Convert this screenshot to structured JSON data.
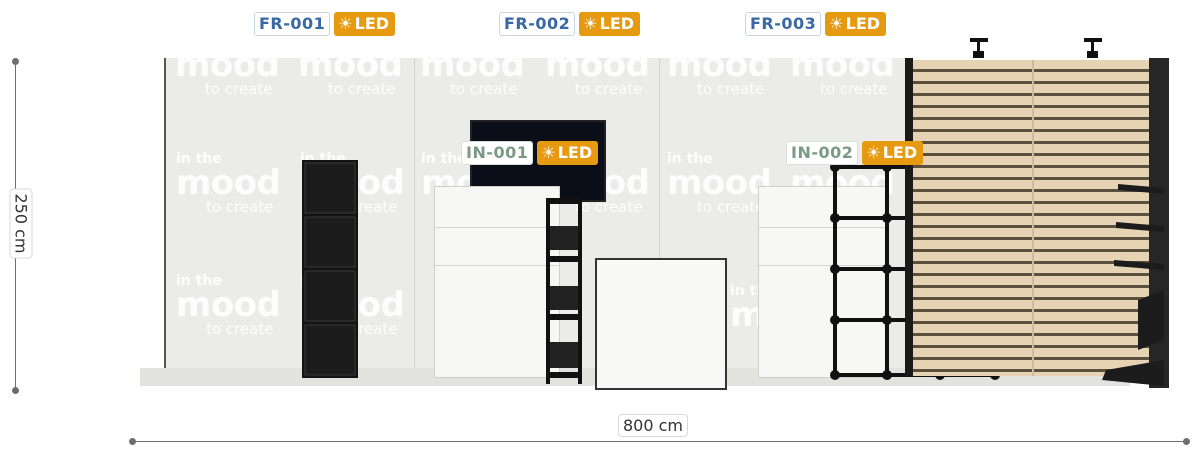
{
  "labels": {
    "fr001": {
      "code": "FR-001",
      "led": "LED"
    },
    "fr002": {
      "code": "FR-002",
      "led": "LED"
    },
    "fr003": {
      "code": "FR-003",
      "led": "LED"
    },
    "in001": {
      "code": "IN-001",
      "led": "LED"
    },
    "in002": {
      "code": "IN-002",
      "led": "LED"
    }
  },
  "watermark": {
    "small": "in the",
    "big": "mood",
    "tag": "to create"
  },
  "dimensions": {
    "height": "250 cm",
    "width": "800 cm"
  },
  "icons": {
    "led": "sun-icon"
  },
  "colors": {
    "fr_code": "#3a68a3",
    "in_code": "#7b9a86",
    "led_badge": "#e59a12",
    "wall": "#ebebea",
    "slat_wood": "#e5d3b3"
  }
}
